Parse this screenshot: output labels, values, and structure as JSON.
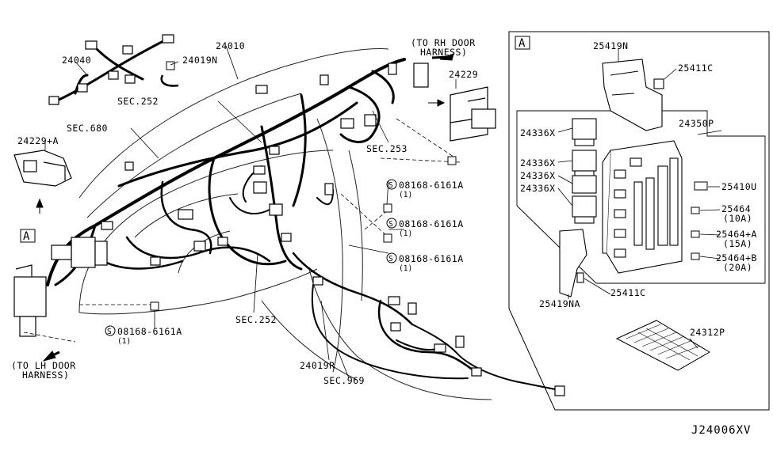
{
  "diagram_id": "J24006XV",
  "inset_marker": "A",
  "labels": {
    "p24040": "24040",
    "p24019N": "24019N",
    "p24010": "24010",
    "rh_door_1": "(TO RH DOOR",
    "rh_door_2": "HARNESS)",
    "sec252a": "SEC.252",
    "sec680": "SEC.680",
    "p24229": "24229",
    "p24229A": "24229+A",
    "sec253": "SEC.253",
    "bolt1": "08168-6161A",
    "bolt2": "08168-6161A",
    "bolt3": "08168-6161A",
    "bolt4": "08168-6161A",
    "qty": "(1)",
    "sec252b": "SEC.252",
    "lh_door_1": "(TO LH DOOR",
    "lh_door_2": "HARNESS)",
    "p24019R": "24019R",
    "sec969": "SEC.969",
    "p25419N": "25419N",
    "p25411C_top": "25411C",
    "p24350P": "24350P",
    "p24336X": "24336X",
    "p25410U": "25410U",
    "p25464": "25464",
    "fuse10": "(10A)",
    "p25464A": "25464+A",
    "fuse15": "(15A)",
    "p25464B": "25464+B",
    "fuse20": "(20A)",
    "p25419NA": "25419NA",
    "p25411C_bot": "25411C",
    "p24312P": "24312P",
    "screw_symbol": "S"
  }
}
